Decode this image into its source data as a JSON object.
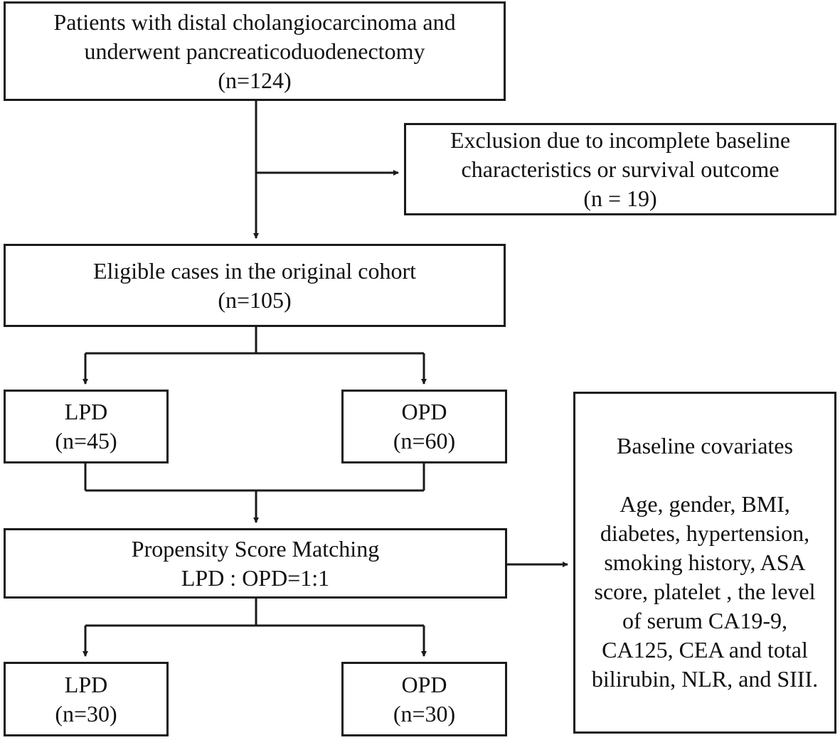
{
  "flowchart": {
    "initial": {
      "lines": [
        "Patients with distal cholangiocarcinoma and",
        "underwent pancreaticoduodenectomy",
        "(n=124)"
      ]
    },
    "exclusion": {
      "lines": [
        "Exclusion due to incomplete baseline",
        "characteristics or survival outcome",
        "(n = 19)"
      ]
    },
    "eligible": {
      "lines": [
        "Eligible cases in the original cohort",
        "(n=105)"
      ]
    },
    "lpd_pre": {
      "lines": [
        "LPD",
        "(n=45)"
      ]
    },
    "opd_pre": {
      "lines": [
        "OPD",
        "(n=60)"
      ]
    },
    "psm": {
      "lines": [
        "Propensity Score Matching",
        "LPD : OPD=1:1"
      ]
    },
    "covariates": {
      "heading": "Baseline covariates",
      "lines": [
        "Age, gender, BMI,",
        "diabetes, hypertension,",
        "smoking history, ASA",
        "score, platelet , the level",
        "of serum CA19-9,",
        "CA125, CEA and total",
        "bilirubin, NLR, and SIII."
      ]
    },
    "lpd_post": {
      "lines": [
        "LPD",
        "(n=30)"
      ]
    },
    "opd_post": {
      "lines": [
        "OPD",
        "(n=30)"
      ]
    }
  },
  "colors": {
    "line": "#1a1a1a",
    "background": "#ffffff"
  }
}
